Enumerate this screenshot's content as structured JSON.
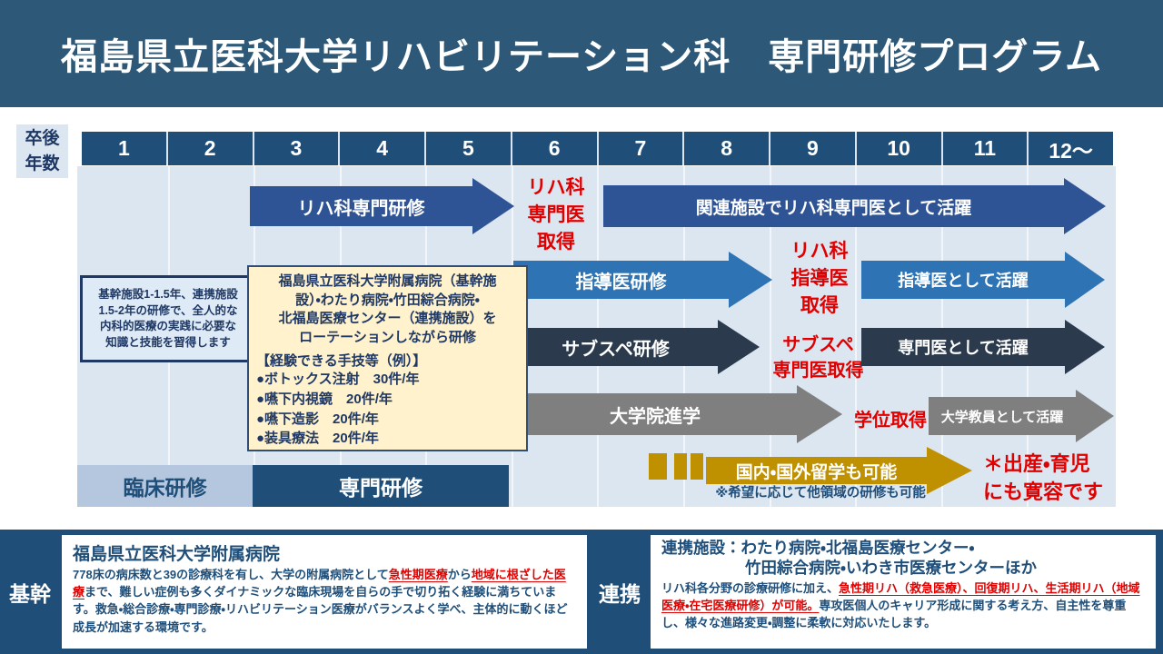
{
  "title": "福島県立医科大学リハビリテーション科　専門研修プログラム",
  "colors": {
    "banner_bg": "#2D5877",
    "header_bg": "#1F4E79",
    "chart_bg": "#DCE6F1",
    "navy_arrow": "#2F5496",
    "blue_arrow": "#2E74B5",
    "dark_arrow": "#2B3A4C",
    "gray_arrow": "#7F7F7F",
    "gold_arrow": "#BF9000",
    "red_text": "#E00000",
    "cream_box_bg": "#FFF2CC",
    "clinical_band_bg": "#B4C7DE"
  },
  "timeline": {
    "axis_label_lines": [
      "卒後",
      "年数"
    ],
    "years": [
      "1",
      "2",
      "3",
      "4",
      "5",
      "6",
      "7",
      "8",
      "9",
      "10",
      "11",
      "12～"
    ],
    "specialist_training": "リハ科専門研修",
    "specialist_obtained_lines": [
      "リハ科",
      "専門医",
      "取得"
    ],
    "active_affiliated": "関連施設でリハ科専門医として活躍",
    "instructor_training": "指導医研修",
    "instructor_obtained_lines": [
      "リハ科",
      "指導医",
      "取得"
    ],
    "active_instructor": "指導医として活躍",
    "subspecialty_training": "サブスペ研修",
    "subspecialty_obtained_lines": [
      "サブスペ",
      "専門医取得"
    ],
    "active_specialist": "専門医として活躍",
    "grad_school": "大学院進学",
    "degree_obtained": "学位取得",
    "active_faculty": "大学教員として活躍",
    "study_abroad": "国内・国外留学も可能",
    "study_abroad_note": "※希望に応じて他領域の研修も可能",
    "maternity_lines": [
      "＊出産・育児",
      "にも寛容です"
    ],
    "band_clinical": "臨床研修",
    "band_specialty": "専門研修",
    "callout_lines": [
      "基幹施設1-1.5年、連携施設",
      "1.5-2年の研修で、全人的な",
      "内科的医療の実践に必要な",
      "知識と技能を習得します"
    ],
    "rotation_lines": [
      "福島県立医科大学附属病院（基幹施",
      "設）・わたり病院・竹田綜合病院・",
      "北福島医療センター（連携施設）を",
      "ローテーションしながら研修"
    ],
    "procedures_title": "【経験できる手技等（例）】",
    "procedures": [
      "●ボトックス注射　30件/年",
      "●嚥下内視鏡　20件/年",
      "●嚥下造影　20件/年",
      "●装具療法　20件/年"
    ]
  },
  "footer": {
    "core": {
      "tag": "基幹",
      "title": "福島県立医科大学附属病院",
      "body": [
        {
          "t": "778床の病床数と39の診療科を有し、大学の附属病院として"
        },
        {
          "t": "急性期医療",
          "red": true,
          "u": true
        },
        {
          "t": "から"
        },
        {
          "t": "地域に根ざした医療",
          "red": true,
          "u": true
        },
        {
          "t": "まで、難しい症例も多くダイナミックな臨床現場を自らの手で切り拓く経験に満ちています。救急・総合診療・専門診療・リハビリテーション医療がバランスよく学べ、主体的に動くほど成長が加速する環境です。"
        }
      ]
    },
    "partner": {
      "tag": "連携",
      "title_line1": "連携施設：わたり病院・北福島医療センター・",
      "title_line2": "竹田綜合病院・いわき市医療センターほか",
      "body": [
        {
          "t": "リハ科各分野の診療研修に加え、"
        },
        {
          "t": "急性期リハ（救急医療）、回復期リハ、生活期リハ（地域医療・在宅医療研修）が可能。",
          "red": true,
          "u": true
        },
        {
          "t": "専攻医個人のキャリア形成に関する考え方、自主性を尊重し、様々な進路変更・調整に柔軟に対応いたします。"
        }
      ]
    }
  }
}
